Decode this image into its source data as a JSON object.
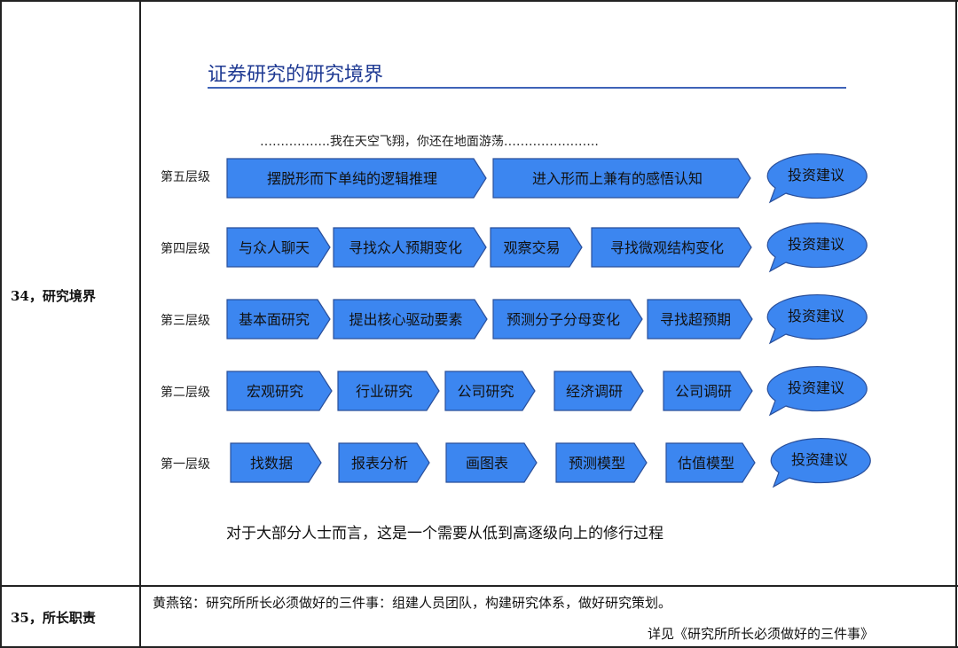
{
  "row34": {
    "label": "34，研究境界",
    "title": "证券研究的研究境界",
    "slogan": "……………..我在天空飞翔，你还在地面游荡…………………..",
    "levels": [
      {
        "name": "第五层级",
        "steps": [
          "摆脱形而下单纯的逻辑推理",
          "进入形而上兼有的感悟认知"
        ],
        "advice": "投资建议"
      },
      {
        "name": "第四层级",
        "steps": [
          "与众人聊天",
          "寻找众人预期变化",
          "观察交易",
          "寻找微观结构变化"
        ],
        "advice": "投资建议"
      },
      {
        "name": "第三层级",
        "steps": [
          "基本面研究",
          "提出核心驱动要素",
          "预测分子分母变化",
          "寻找超预期"
        ],
        "advice": "投资建议"
      },
      {
        "name": "第二层级",
        "steps": [
          "宏观研究",
          "行业研究",
          "公司研究",
          "经济调研",
          "公司调研"
        ],
        "advice": "投资建议"
      },
      {
        "name": "第一层级",
        "steps": [
          "找数据",
          "报表分析",
          "画图表",
          "预测模型",
          "估值模型"
        ],
        "advice": "投资建议"
      }
    ],
    "conclusion": "对于大部分人士而言，这是一个需要从低到高逐级向上的修行过程"
  },
  "row35": {
    "label": "35，所长职责",
    "text": "黄燕铭：研究所所长必须做好的三件事：组建人员团队，构建研究体系，做好研究策划。",
    "ref": "详见《研究所所长必须做好的三件事》"
  },
  "colors": {
    "shape_fill": "#3c86f0",
    "shape_stroke": "#2a4f9a",
    "title": "#1f3a93"
  }
}
